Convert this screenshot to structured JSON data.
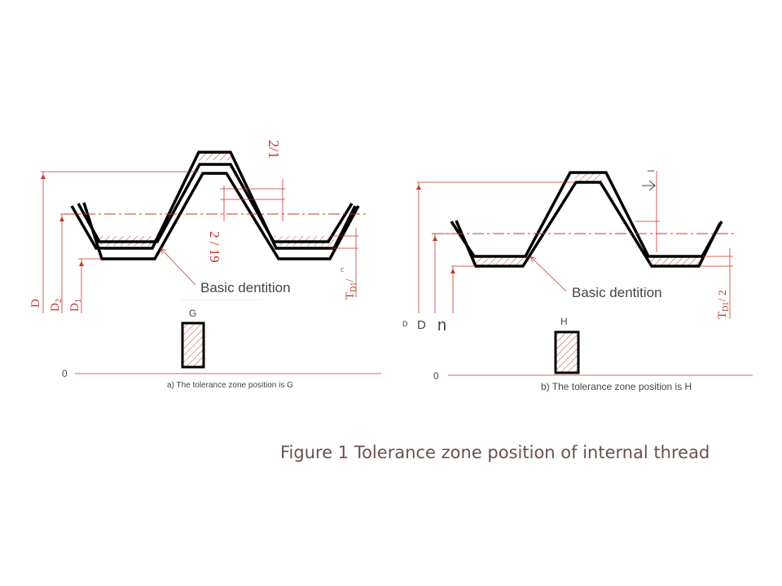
{
  "diagram_a": {
    "label_half_s": "2/1",
    "label_half_b": "2 / 19",
    "label_c": "c",
    "label_td1": "T",
    "label_td1_sub": "D1",
    "label_td1_tail": "/",
    "label_D": "D",
    "label_D2": "D",
    "label_D2_sub": "2",
    "label_D1": "D",
    "label_D1_sub": "1",
    "basic_dentition": "Basic dentition",
    "zone_letter": "G",
    "zero": "0",
    "caption": "a) The tolerance zone position is G"
  },
  "diagram_b": {
    "label_td1": "T",
    "label_td1_sub": "D1",
    "label_td1_tail": "/ 2",
    "label_D_small": "D",
    "label_D": "D",
    "label_n": "n",
    "basic_dentition": "Basic dentition",
    "zone_letter": "H",
    "zero": "0",
    "caption": "b) The tolerance zone position is H"
  },
  "figure_title": "Figure 1 Tolerance zone position of internal thread",
  "colors": {
    "profile": "#000000",
    "dimension": "#c0392b",
    "hatch": "#c0392b",
    "caption": "#6b4f4f"
  }
}
